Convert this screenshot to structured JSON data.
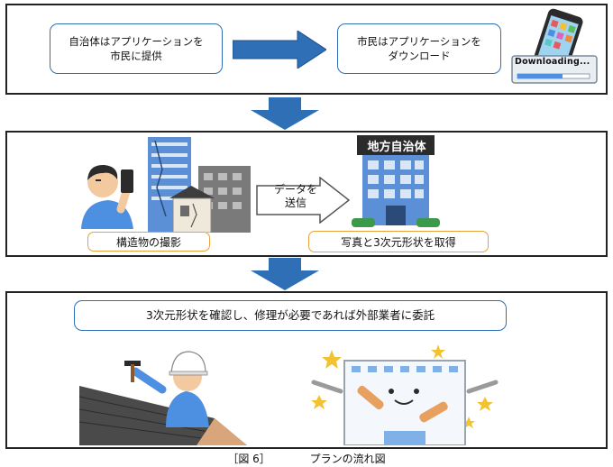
{
  "step1": {
    "left_box": "自治体はアプリケーションを\n市民に提供",
    "right_box": "市民はアプリケーションを\nダウンロード",
    "download_label": "Downloading..."
  },
  "step2": {
    "photo_label": "構造物の撮影",
    "send_arrow": "データを\n送信",
    "building_sign": "地方自治体",
    "result_label": "写真と3次元形状を取得"
  },
  "step3": {
    "statement": "3次元形状を確認し、修理が必要であれば外部業者に委託"
  },
  "caption": {
    "fig": "［図 6］",
    "title": "プランの流れ図"
  }
}
